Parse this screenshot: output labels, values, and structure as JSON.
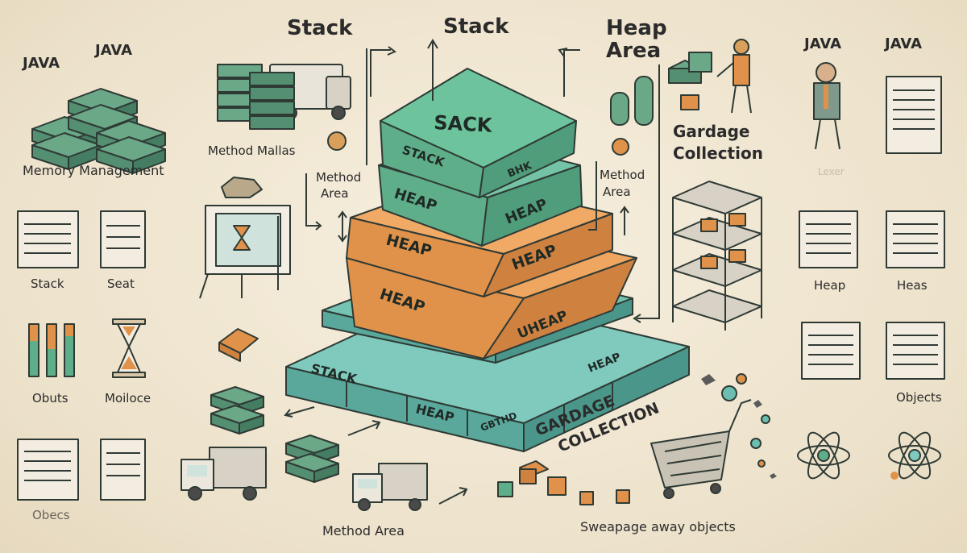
{
  "labels": {
    "java_top_left_1": "JAVA",
    "java_top_left_2": "JAVA",
    "java_top_right_1": "JAVA",
    "java_top_right_2": "JAVA",
    "memory_management": "Memory Management",
    "method_mallas": "Method Mallas",
    "stack_header_1": "Stack",
    "stack_header_2": "Stack",
    "heap_area_line1": "Heap",
    "heap_area_line2": "Area",
    "method_area_left_line1": "Method",
    "method_area_left_line2": "Area",
    "method_area_right_line1": "Method",
    "method_area_right_line2": "Area",
    "gardage_collection_line1": "Gardage",
    "gardage_collection_line2": "Collection",
    "stack_left": "Stack",
    "seat": "Seat",
    "obuts": "Obuts",
    "moiloce": "Moiloce",
    "obecs": "Obecs",
    "heap_right": "Heap",
    "heas_right": "Heas",
    "objects_right": "Objects",
    "lexer_faint": "Lexer",
    "method_area_bottom": "Method Area",
    "sweapage": "Sweapage away objects",
    "garbage_collection_arc_line1": "GARDAGE",
    "garbage_collection_arc_line2": "COLLECTION"
  },
  "layers": {
    "top": {
      "front": "SACK",
      "side_left": "STACK",
      "side_right": "BHK"
    },
    "second": {
      "left": "HEAP",
      "right": "HEAP"
    },
    "third": {
      "left": "HEAP",
      "right": "HEAP"
    },
    "fourth": {
      "left": "HEAP",
      "right": "UHEAP"
    },
    "base": {
      "t1": "STACK",
      "t2": "HEAP",
      "t3": "GBTHD",
      "t4": "HEAP"
    }
  },
  "colors": {
    "green": "#5fae8a",
    "teal": "#6cbfb0",
    "orange": "#e0924a",
    "outline": "#2f3a35",
    "bg": "#efe6d2"
  }
}
